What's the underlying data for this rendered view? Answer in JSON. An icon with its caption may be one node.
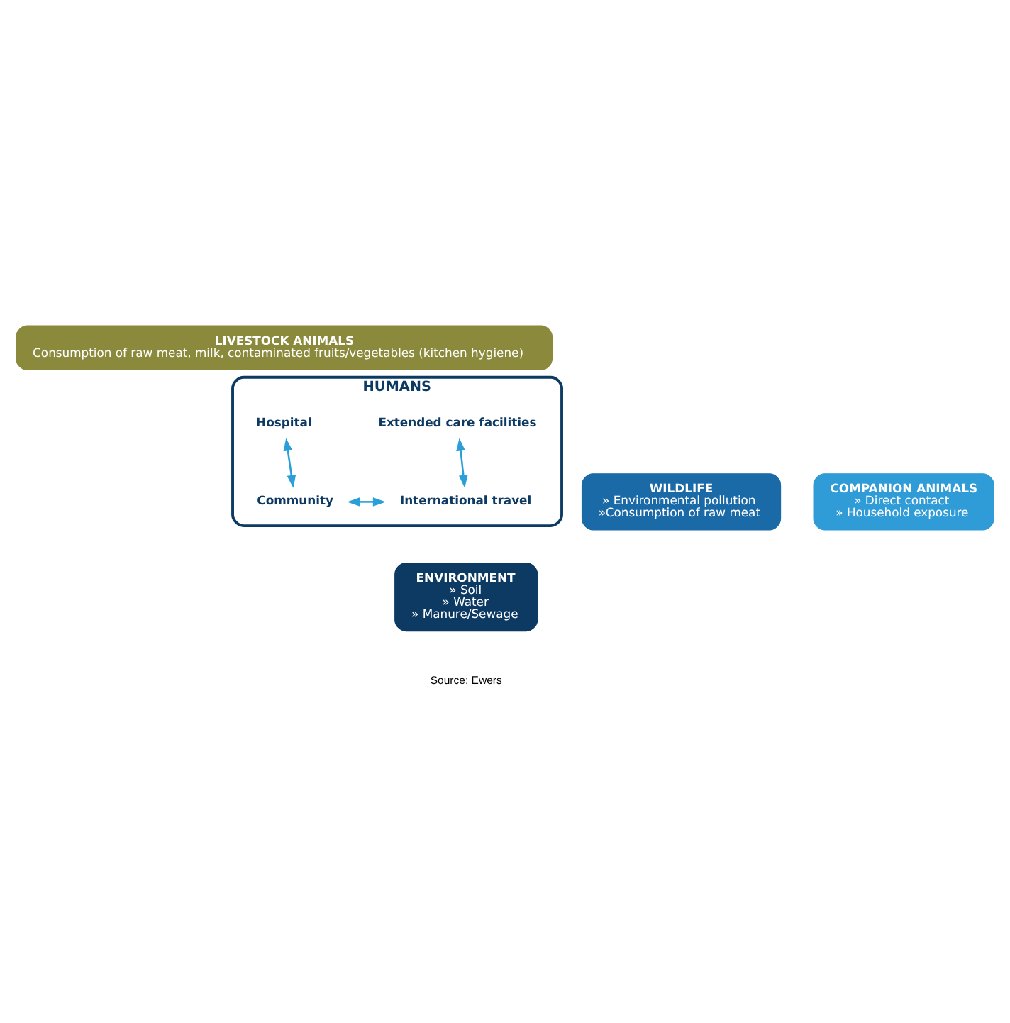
{
  "diagram": {
    "nodes": [
      {
        "text": [
          "LIVESTOCK ANIMALS",
          "Consumption of raw meat, milk, contaminated fruits/vegetables (kitchen hygiene)"
        ]
      },
      {
        "text": [
          "WILDLIFE",
          "» Environmental pollution",
          "»Consumption of raw meat"
        ]
      },
      {
        "text": [
          "HUMANS"
        ]
      },
      {
        "text": [
          "Hospital"
        ],
        "in": 2
      },
      {
        "text": [
          "Extended care facilities"
        ],
        "in": 2
      },
      {
        "text": [
          "Community"
        ],
        "in": 2
      },
      {
        "text": [
          "International travel"
        ],
        "in": 2
      },
      {
        "text": [
          "COMPANION ANIMALS",
          "» Direct contact",
          "» Household exposure"
        ]
      },
      {
        "text": [
          "ENVIRONMENT",
          "» Soil",
          "» Water",
          "» Manure/Sewage"
        ]
      }
    ],
    "edges": [
      {
        "from": 3,
        "to": 5,
        "arrow": "both"
      },
      {
        "from": 4,
        "to": 6,
        "arrow": "both"
      },
      {
        "from": 5,
        "to": 6,
        "arrow": "both"
      }
    ],
    "labels": [
      "Source: Ewers"
    ]
  }
}
